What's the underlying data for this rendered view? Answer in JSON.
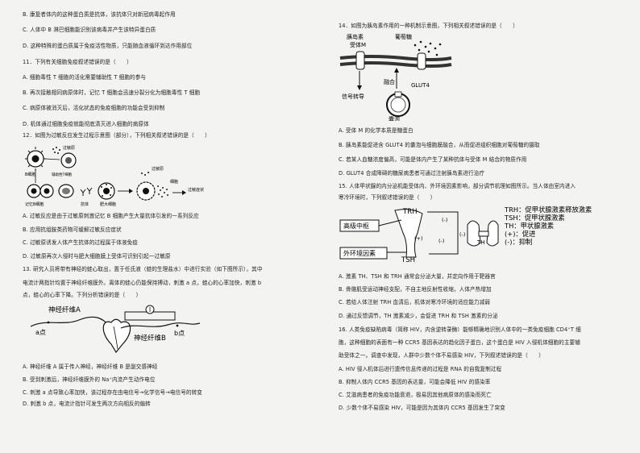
{
  "left": {
    "q10_opts": [
      "B. 康复者体内的这种蛋白质是抗体，该抗体只对新冠病毒起作用",
      "C. 人体中 B 淋巴细胞能识别该病毒并产生该特异蛋白质",
      "D. 这种特殊的蛋白质属于免疫活性物质，只能随血液循环到达作用部位"
    ],
    "q11_stem": "11．下列有关细胞免疫叙述错误的是（　　）",
    "q11_opts": [
      "A. 细胞毒性 T 细胞的活化需要辅助性 T 细胞的参与",
      "B. 再次接触相同病原体时，记忆 T 细胞会迅速分裂分化为细胞毒性 T 细胞",
      "C. 病原体被消灭后，活化状态的免疫细胞的功能会受到抑制",
      "D. 机体通过细胞免疫就能彻底清灭进入细胞的病原体"
    ],
    "q12_stem": "12．如图为过敏反应发生过程示意图（部分），下列相关叙述错误的是（　　）",
    "fig12": {
      "l_allergen1": "过敏原",
      "l_bcell": "B细胞",
      "l_helper": "辅助性T细胞",
      "l_allergen2": "过敏原",
      "l_cell": "细胞",
      "l_memory": "记忆B细胞",
      "l_antibody": "抗体",
      "l_mast": "肥大细胞",
      "l_symptom": "过敏症状"
    },
    "q12_opts": [
      "A. 过敏反应是由于过敏原刺激记忆 B 细胞产生大量抗体引发的一系列反应",
      "B. 应用抗组胺类药物可缓解过敏反应症状",
      "C. 过敏原诱发人体产生抗体的过程属于体液免疫",
      "D. 过敏原再次入侵时与肥大细胞膜上受体可识别引起一过敏原"
    ],
    "q13_stem": [
      "13. 研究人员将带有神经的蛙心取出，置于任氏液（蛙的生理盐水）中进行实验（如下图所示），其中",
      "电流计两指针均置于神经纤维膜外。离体的蛙心仍能保持搏动，刺激 a 点，蛙心的心率加快，刺激 b",
      "点，蛙心的心率下降。下列分析错误的是（　　）"
    ],
    "fig13": {
      "nerve_a": "神经纤维A",
      "nerve_b": "神经纤维B",
      "point_a": "a点",
      "point_b": "b点"
    },
    "q13_opts": [
      "A. 神经纤维 A 属于传入神经，神经纤维 B 是副交感神经",
      "B. 受到刺激后，神经纤维膜外的 Na⁺内流产生动作电位",
      "C. 刺激 a 点导致心率加快，该过程存在由电信号→化学信号→电信号的转变",
      "D. 刺激 b 点，电流计指针可发生两次方向相反的偏转"
    ]
  },
  "right": {
    "q14_stem": "14．如图为胰岛素作用的一种机制示意图，下列相关叙述错误的是（　　）",
    "fig14": {
      "insulin": "胰岛素",
      "receptor": "受体M",
      "glucose": "葡萄糖",
      "signal": "信号转导",
      "fusion": "融合",
      "glut4": "GLUT4",
      "vesicle": "囊泡"
    },
    "q14_opts": [
      "A. 受体 M 的化学本质是糖蛋白",
      "B. 胰岛素能促进含 GLUT4 的囊泡与细胞膜融合，从而促进组织细胞对葡萄糖的摄取",
      "C. 若某人血糖浓度偏高，可能是体内产生了某种抗体与受体 M 结合的物质作用",
      "D. GLUT4 合成障碍的糖尿病患者可通过注射胰岛素进行治疗"
    ],
    "q15_stem": [
      "15. 人体甲状腺的内分泌机能受体内、外环境因素影响，部分调节机理如图所示。当人体由室内进入",
      "寒冷环境时，下列叙述错误的是（　　）"
    ],
    "fig15": {
      "center": "高级中枢",
      "env": "外环境因素",
      "trh": "TRH",
      "tsh": "TSH",
      "th": "TH",
      "minus1": "(-)",
      "minus2": "(-)",
      "minus3": "(-)",
      "plus1": "(+)",
      "legend": [
        "TRH：促甲状腺激素释放激素",
        "TSH：促甲状腺激素",
        "TH：甲状腺激素",
        "(+)：促进",
        "(-)：抑制"
      ]
    },
    "q15_opts": [
      "A. 激素 TH、TSH 和 TRH 通常会分泌大量，并定向作用于靶器官",
      "B. 骨骼肌受运动神经支配，不自主地反射性收缩，人体产热增加",
      "C. 若给人体注射 TRH 血清后，机体对寒冷环境的适应能力减弱",
      "D. 通过反馈调节，TH 激素减少，会促进 TRH 和 TSH 激素的分泌"
    ],
    "q16_stem": [
      "16. 人类免疫缺陷病毒（简称 HIV，内含逆转录酶）能够精确地识别人体中的一类免疫细胞 CD4⁺T 细",
      "胞，这种细胞的表面有一种 CCR5 基因表达的趋化因子蛋白，这个蛋白是 HIV 入侵机体细胞的主要辅",
      "助受体之一。调查中发现，人群中少数个体不易感染 HIV，下列叙述错误的是（　　）"
    ],
    "q16_opts": [
      "A. HIV 侵入机体后进行遗传信息传递的过程是 RNA 的自我复制过程",
      "B. 抑制人体内 CCR5 基因的表达量，可能会降低 HIV 的感染率",
      "C. 艾滋病患者的免疫功能衰退，极易因其他病原体的感染而死亡",
      "D. 少数个体不易感染 HIV，可能是因为其体内 CCR5 基因发生了突变"
    ]
  }
}
